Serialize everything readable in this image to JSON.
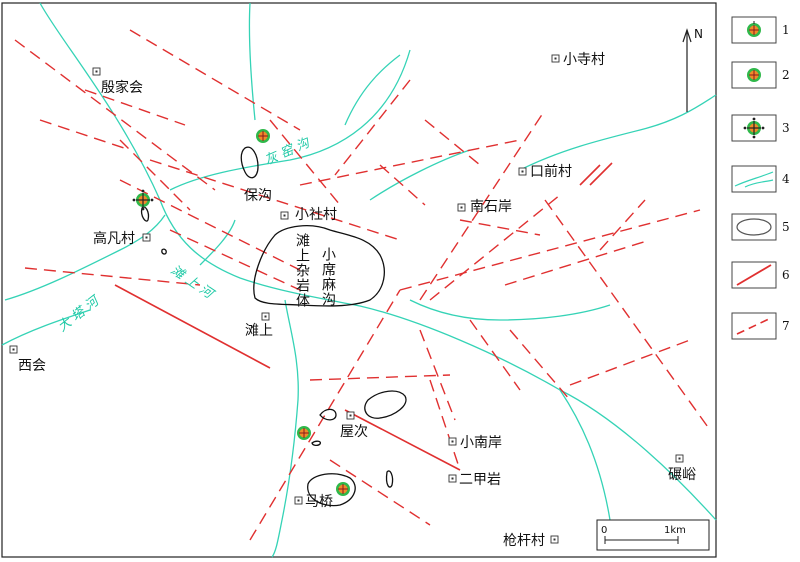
{
  "north": "N",
  "villages": {
    "yinjiahui": "殷家会",
    "xiaosicun": "小寺村",
    "baogou": "保沟",
    "xiaoshecun": "小社村",
    "kouqiancun": "口前村",
    "nanshian": "南石岸",
    "gaofancun": "高凡村",
    "tanshang": "滩上",
    "xihui": "西会",
    "wuci": "屋次",
    "xiaonanan": "小南岸",
    "erjiayan": "二甲岩",
    "majiao": "马桥",
    "nianyu": "碾峪",
    "qianggancun": "枪杆村"
  },
  "rivers": {
    "huiyaogou": "灰 窑 沟",
    "tanshanghe": "滩 上 河",
    "datahe": "大 塔 河"
  },
  "bodies": {
    "tanshang_complex": "滩上杂岩体",
    "xiaoximagou": "小席麻沟"
  },
  "scale": {
    "zero": "0",
    "one": "1km"
  },
  "legend": [
    "1",
    "2",
    "3",
    "4",
    "5",
    "6",
    "7"
  ],
  "colors": {
    "fault": "#e03030",
    "river": "#35d3b6",
    "deposit_orange": "#f08a2a",
    "deposit_green": "#2fb84a"
  }
}
